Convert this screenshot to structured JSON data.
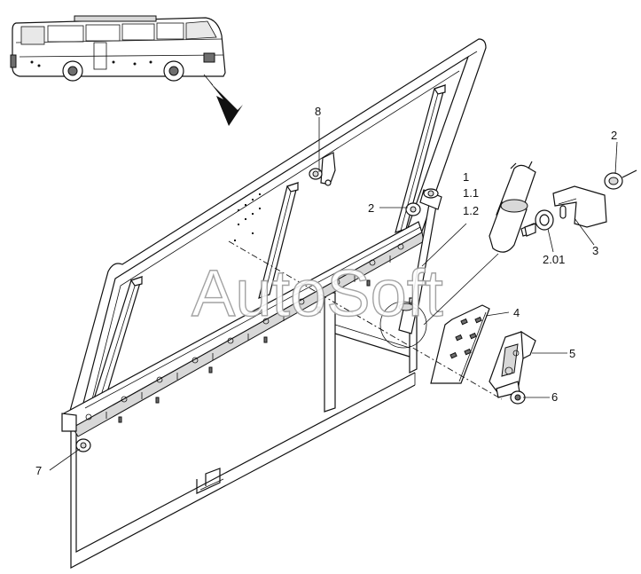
{
  "watermark": "AutoSoft",
  "callouts": [
    {
      "id": "c8",
      "text": "8"
    },
    {
      "id": "c2a",
      "text": "2"
    },
    {
      "id": "c1",
      "text": "1"
    },
    {
      "id": "c11",
      "text": "1.1"
    },
    {
      "id": "c12",
      "text": "1.2"
    },
    {
      "id": "c2b",
      "text": "2"
    },
    {
      "id": "c3",
      "text": "3"
    },
    {
      "id": "c201",
      "text": "2.01"
    },
    {
      "id": "c4",
      "text": "4"
    },
    {
      "id": "c5",
      "text": "5"
    },
    {
      "id": "c6",
      "text": "6"
    },
    {
      "id": "c7",
      "text": "7"
    }
  ]
}
